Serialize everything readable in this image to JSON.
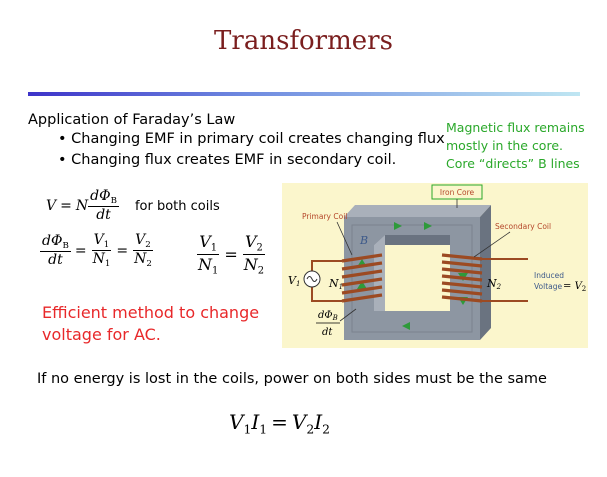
{
  "title": "Transformers",
  "subheading": "Application of Faraday’s Law",
  "bullets": [
    "• Changing EMF in primary coil creates changing flux",
    "• Changing flux creates EMF in secondary coil."
  ],
  "note": {
    "line1": "Magnetic flux remains",
    "line2": "mostly in the core.",
    "line3": "Core “directs” B lines"
  },
  "equations": {
    "eq1_tail": "for both coils"
  },
  "red_text": {
    "line1": "Efficient method to change",
    "line2": "voltage for AC."
  },
  "bottom_text": "If no energy is lost in the coils, power on both sides must be the same",
  "diagram": {
    "iron_core_label": "Iron Core",
    "primary_coil_label": "Primary Coil",
    "secondary_coil_label": "Secondary Coil",
    "induced_line1": "Induced",
    "induced_line2": "Voltage",
    "colors": {
      "background": "#fbf6cc",
      "core": "#8d96a2",
      "core_dark": "#6a7380",
      "coil": "#9c4a22",
      "label_border": "#2aa82a",
      "label_text": "#b5472a",
      "flux_arrow": "#2e9a3a"
    }
  }
}
